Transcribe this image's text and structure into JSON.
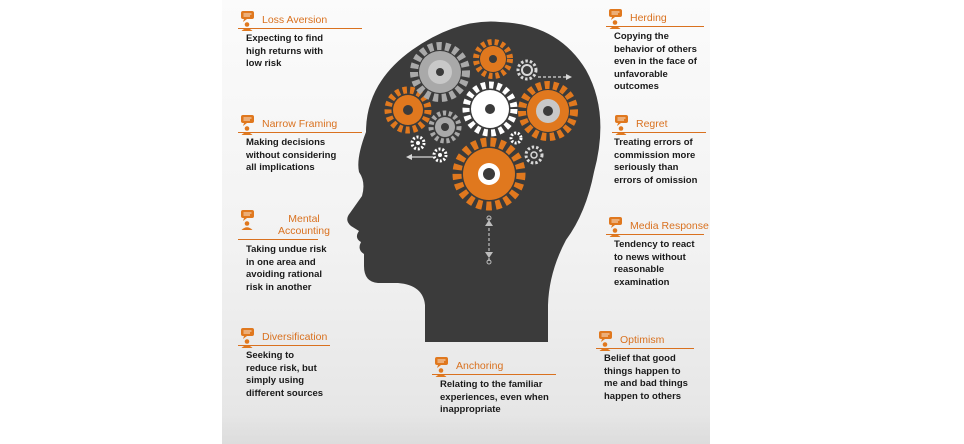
{
  "biases": [
    {
      "id": "loss-aversion",
      "title": "Loss Aversion",
      "desc": "Expecting to find high returns with low risk"
    },
    {
      "id": "narrow-framing",
      "title": "Narrow Framing",
      "desc": "Making decisions without considering all implications"
    },
    {
      "id": "mental-accounting",
      "title": "Mental Accounting",
      "desc": "Taking undue risk in one area and avoiding rational risk in another"
    },
    {
      "id": "diversification",
      "title": "Diversification",
      "desc": "Seeking to reduce risk, but simply using different sources"
    },
    {
      "id": "anchoring",
      "title": "Anchoring",
      "desc": "Relating to the familiar experiences, even when inappropriate"
    },
    {
      "id": "herding",
      "title": "Herding",
      "desc": "Copying the behavior of others even in the face of unfavorable outcomes"
    },
    {
      "id": "regret",
      "title": "Regret",
      "desc": "Treating errors of commission more seriously than errors of omission"
    },
    {
      "id": "media-response",
      "title": "Media Response",
      "desc": "Tendency to react to news without reasonable examination"
    },
    {
      "id": "optimism",
      "title": "Optimism",
      "desc": "Belief that good things happen to me and bad things happen to others"
    }
  ],
  "colors": {
    "accent": "#d9711f",
    "head": "#3b3b3b",
    "gear_orange": "#e0781e",
    "gear_gray": "#a9a9a9",
    "gear_white": "#ffffff"
  },
  "icons": {
    "bias_marker": "person-speech-icon",
    "brain": "gears-icon"
  }
}
